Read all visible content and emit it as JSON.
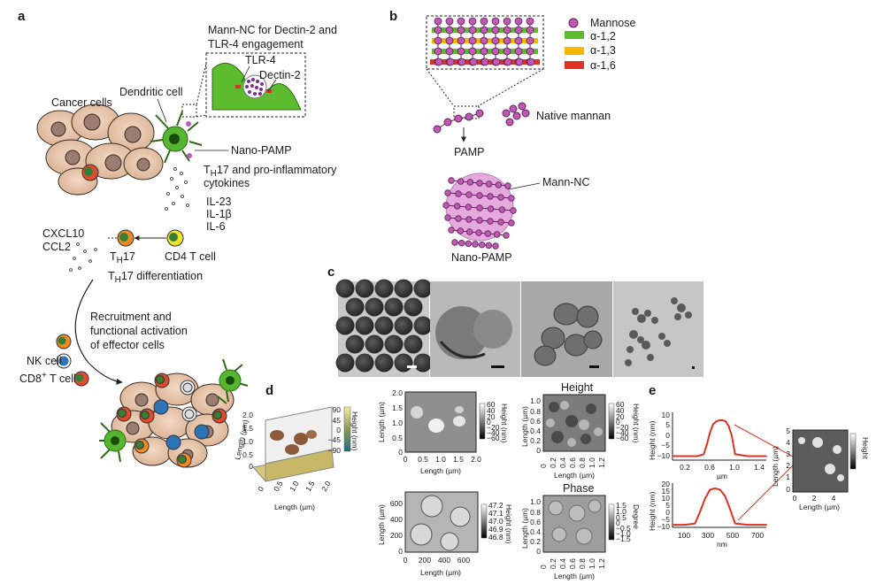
{
  "panel_a": {
    "label": "a",
    "mann_nc_title_line1": "Mann-NC for Dectin-2 and",
    "mann_nc_title_line2": "TLR-4 engagement",
    "tlr4": "TLR-4",
    "dectin2": "Dectin-2",
    "cancer_cells": "Cancer cells",
    "dendritic_cell": "Dendritic cell",
    "nano_pamp": "Nano-PAMP",
    "th17_cytokines_line1": "T",
    "th17_cytokines_sub": "H",
    "th17_cytokines_line1_rest": "17 and pro-inflammatory",
    "th17_cytokines_line2": "cytokines",
    "il23": "IL-23",
    "il1b": "IL-1β",
    "il6": "IL-6",
    "cxcl10": "CXCL10",
    "ccl2": "CCL2",
    "th17": "17",
    "cd4": "CD4 T cell",
    "th17_diff": "17 differentiation",
    "recruit_line1": "Recruitment and",
    "recruit_line2": "functional activation",
    "recruit_line3": "of effector cells",
    "nk_cell": "NK cell",
    "cd8_pre": "CD8",
    "cd8_sup": "+",
    "cd8_post": " T cell"
  },
  "panel_b": {
    "label": "b",
    "legend": [
      {
        "name": "Mannose",
        "color": "#c159b4"
      },
      {
        "name": "α-1,2",
        "color": "#5dbb2d"
      },
      {
        "name": "α-1,3",
        "color": "#f5b800"
      },
      {
        "name": "α-1,6",
        "color": "#e03222"
      }
    ],
    "native_mannan": "Native mannan",
    "pamp": "PAMP",
    "mann_nc": "Mann-NC",
    "nano_pamp": "Nano-PAMP"
  },
  "panel_c": {
    "label": "c"
  },
  "panel_d": {
    "label": "d",
    "afm3d": {
      "zlabel": "Height (nm)",
      "zticks": [
        "90",
        "45",
        "0",
        "−45",
        "−90"
      ],
      "ylabel": "Length (µm)",
      "xlabel": "Length (µm)",
      "yticks": [
        "2.0",
        "1.5",
        "1.0",
        "0.5",
        "0"
      ],
      "xticks": [
        "0",
        "0.5",
        "1.0",
        "1.5",
        "2.0"
      ]
    },
    "map1": {
      "ylabel": "Length (µm)",
      "xlabel": "Length (µm)",
      "yticks": [
        "2.0",
        "1.5",
        "1.0",
        "0.5",
        "0"
      ],
      "xticks": [
        "0",
        "0.5",
        "1.0",
        "1.5",
        "2.0"
      ],
      "cbar_label": "Height (nm)",
      "cbar_ticks": [
        "60",
        "40",
        "20",
        "0",
        "−20",
        "−40",
        "−60"
      ]
    },
    "map2": {
      "title": "Height",
      "ylabel": "Length (µm)",
      "xlabel": "Length (µm)",
      "yticks": [
        "1.0",
        "0.8",
        "0.6",
        "0.4",
        "0.2",
        "0"
      ],
      "xticks": [
        "0",
        "0.2",
        "0.4",
        "0.6",
        "0.8",
        "1.0",
        "1.2"
      ],
      "cbar_label": "Height (nm)",
      "cbar_ticks": [
        "60",
        "40",
        "20",
        "0",
        "−20",
        "−40",
        "−60"
      ]
    },
    "map3": {
      "ylabel": "Length (µm)",
      "xlabel": "Length (µm)",
      "yticks": [
        "600",
        "400",
        "200",
        "0"
      ],
      "xticks": [
        "0",
        "200",
        "400",
        "600"
      ],
      "cbar_label": "Height (nm)",
      "cbar_ticks": [
        "47.2",
        "47.1",
        "47.0",
        "46.9",
        "46.8"
      ]
    },
    "map4": {
      "title": "Phase",
      "ylabel": "Length (µm)",
      "xlabel": "Length (µm)",
      "yticks": [
        "1.0",
        "0.8",
        "0.6",
        "0.4",
        "0.2",
        "0"
      ],
      "xticks": [
        "0",
        "0.2",
        "0.4",
        "0.6",
        "0.8",
        "1.0",
        "1.2"
      ],
      "cbar_label": "Degree",
      "cbar_ticks": [
        "1.5",
        "1.0",
        "0.5",
        "0",
        "−0.5",
        "−1.0",
        "−1.5"
      ]
    }
  },
  "panel_e": {
    "label": "e",
    "profile1": {
      "ylabel": "Height (nm)",
      "xlabel": "µm",
      "yticks": [
        "10",
        "5",
        "0",
        "−5",
        "−10"
      ],
      "xticks": [
        "0.2",
        "0.6",
        "1.0",
        "1.4"
      ]
    },
    "profile2": {
      "ylabel": "Height (nm)",
      "xlabel": "nm",
      "yticks": [
        "20",
        "15",
        "10",
        "5",
        "0",
        "−5",
        "−10"
      ],
      "xticks": [
        "100",
        "300",
        "500",
        "700"
      ]
    },
    "map": {
      "ylabel": "Length (µm)",
      "xlabel": "Length (µm)",
      "yticks": [
        "5",
        "4",
        "3",
        "2",
        "1",
        "0"
      ],
      "xticks": [
        "0",
        "2",
        "4"
      ],
      "cbar_label": "Height"
    }
  },
  "chart_data": [
    {
      "type": "line",
      "title": "",
      "xlabel": "µm",
      "ylabel": "Height (nm)",
      "xlim": [
        0,
        1.5
      ],
      "ylim": [
        -12,
        12
      ],
      "series": [
        {
          "x": [
            0.0,
            0.2,
            0.4,
            0.5,
            0.55,
            0.6,
            0.65,
            0.7,
            0.75,
            0.8,
            0.85,
            0.9,
            0.95,
            1.0,
            1.2,
            1.5
          ],
          "values": [
            -10,
            -10,
            -10,
            -9,
            -4,
            2,
            6,
            7.5,
            8,
            8,
            7.5,
            5,
            0,
            -9,
            -10,
            -10
          ]
        }
      ]
    },
    {
      "type": "line",
      "title": "",
      "xlabel": "nm",
      "ylabel": "Height (nm)",
      "xlim": [
        0,
        750
      ],
      "ylim": [
        -12,
        22
      ],
      "series": [
        {
          "x": [
            0,
            100,
            180,
            220,
            260,
            300,
            340,
            380,
            420,
            460,
            500,
            600,
            750
          ],
          "values": [
            -10,
            -10,
            -9,
            0,
            10,
            17,
            18,
            17,
            12,
            2,
            -9,
            -10,
            -10
          ]
        }
      ]
    }
  ]
}
